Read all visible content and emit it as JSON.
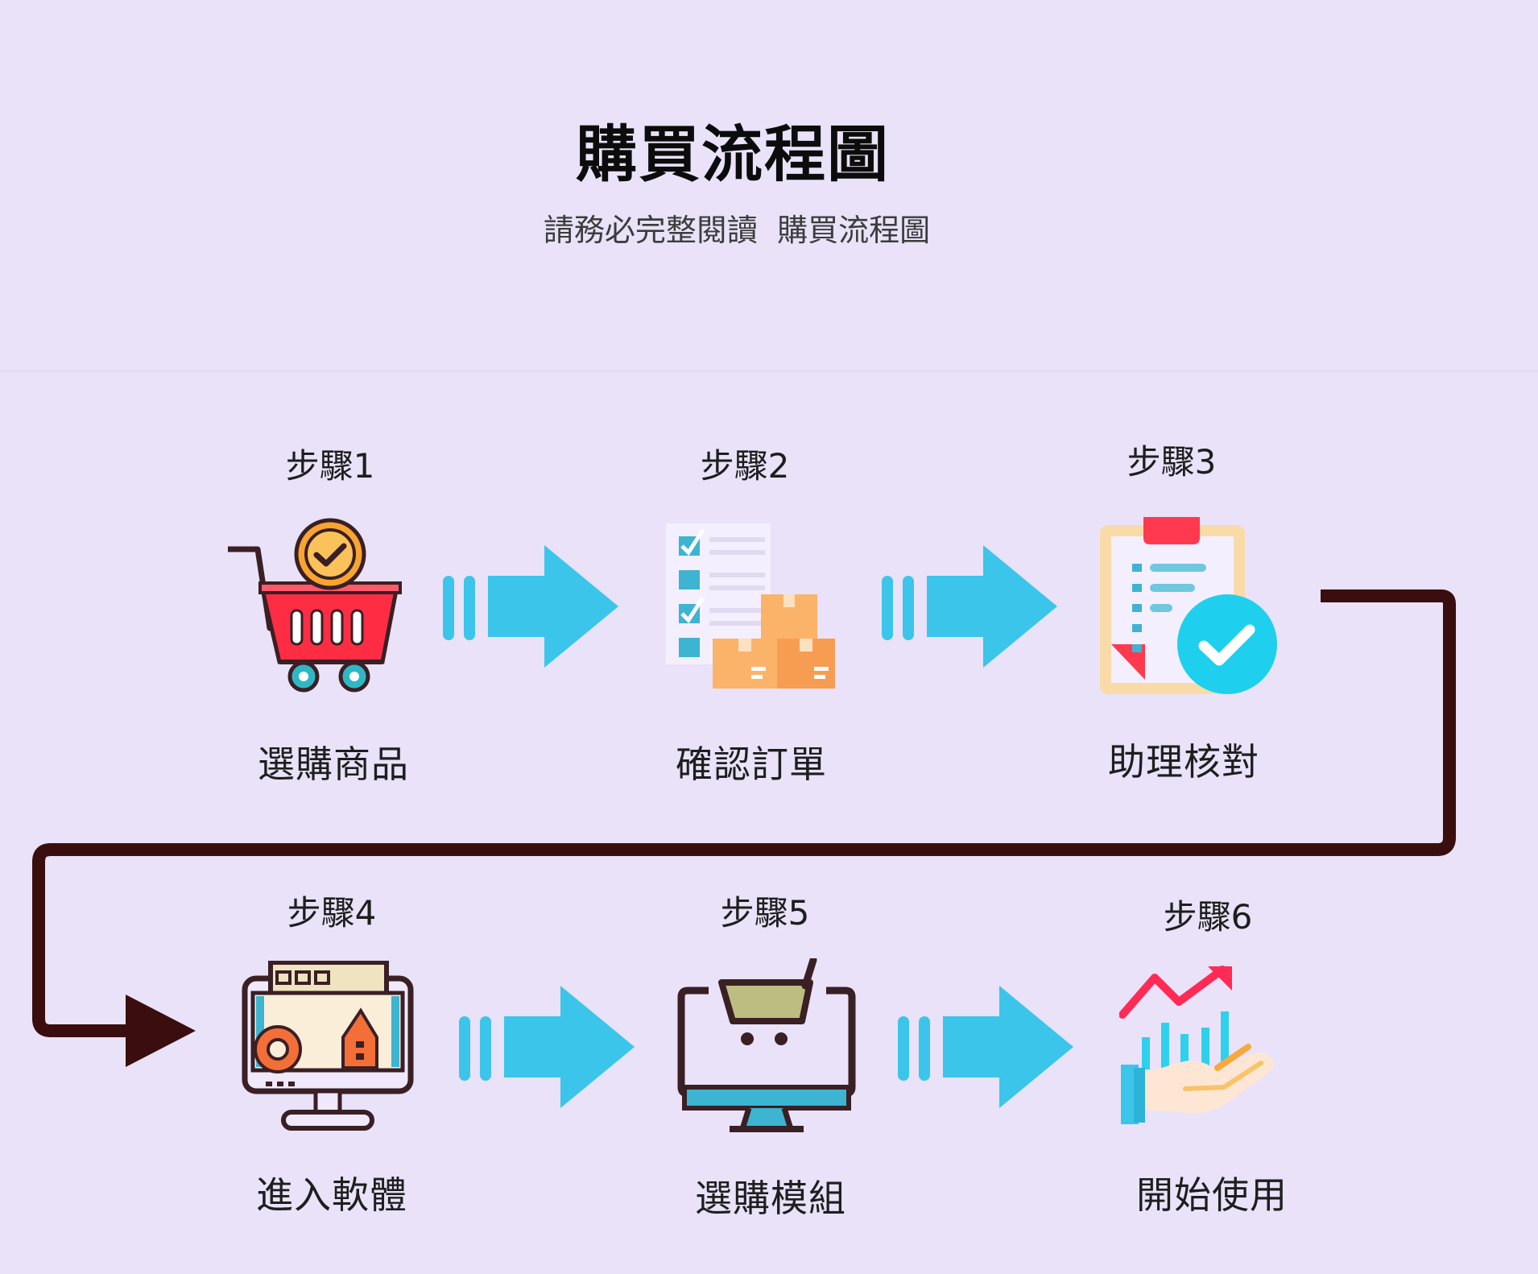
{
  "header": {
    "title": "購買流程圖",
    "subtitle": "請務必完整閱讀  購買流程圖"
  },
  "steps": [
    {
      "label": "步驟1",
      "name": "選購商品",
      "icon": "shopping-cart-icon"
    },
    {
      "label": "步驟2",
      "name": "確認訂單",
      "icon": "order-checklist-icon"
    },
    {
      "label": "步驟3",
      "name": "助理核對",
      "icon": "clipboard-check-icon"
    },
    {
      "label": "步驟4",
      "name": "進入軟體",
      "icon": "software-window-icon"
    },
    {
      "label": "步驟5",
      "name": "選購模組",
      "icon": "monitor-cart-icon"
    },
    {
      "label": "步驟6",
      "name": "開始使用",
      "icon": "growth-hand-icon"
    }
  ],
  "colors": {
    "background": "#e9e2f8",
    "arrow": "#3cc5ea",
    "connector": "#3a0e0e"
  }
}
